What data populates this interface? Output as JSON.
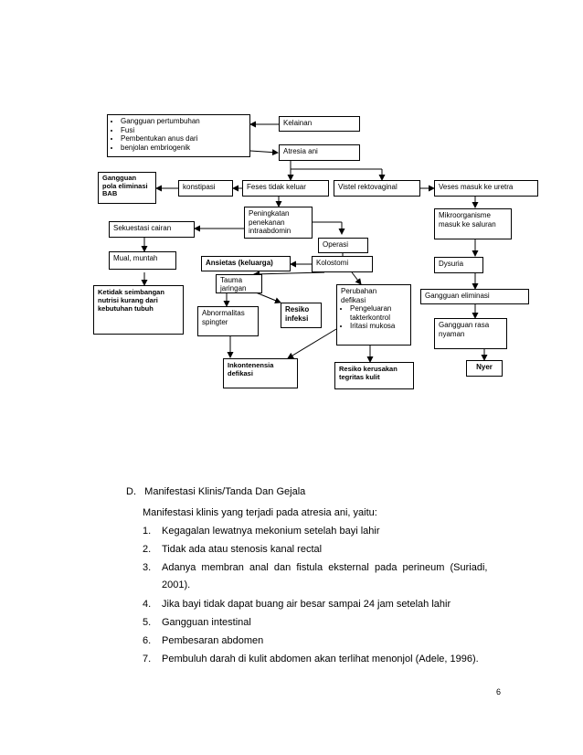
{
  "diagram": {
    "box_gangguan_list": [
      "Gangguan pertumbuhan",
      "Fusi",
      "Pembentukan anus dari",
      "benjolan embriogenik"
    ],
    "kelainan": "Kelainan",
    "atresia": "Atresia ani",
    "gangguan_pola": "Gangguan pola eliminasi BAB",
    "konstipasi": "konstipasi",
    "feses": "Feses tidak keluar",
    "vistel": "Vistel rektovaginal",
    "veses": "Veses masuk ke uretra",
    "peningkatan": "Peningkatan penekanan intraabdomin",
    "sekuestasi": "Sekuestasi cairan",
    "mikroorganisme": "Mikroorganisme masuk ke saluran",
    "operasi": "Operasi",
    "mual": "Mual, muntah",
    "ansietas": "Ansietas (keluarga)",
    "kolostomi": "Kolostomi",
    "dysuria": "Dysuria",
    "ketidak": "Ketidak seimbangan nutrisi kurang dari kebutuhan tubuh",
    "trauma": "Tauma jaringan",
    "perubahan_title": "Perubahan defikasi",
    "perubahan_list": [
      "Pengeluaran takterkontrol",
      "Iritasi mukosa"
    ],
    "gangguan_eliminasi": "Gangguan eliminasi",
    "abnormalitas": "Abnormalitas spingter",
    "resiko_infeksi": "Resiko infeksi",
    "gangguan_rasa": "Gangguan rasa nyaman",
    "nyeri": "Nyer",
    "inkontenensia": "Inkontenensia defikasi",
    "resiko_kerusakan": "Resiko kerusakan tegritas kulit"
  },
  "section": {
    "heading": "D.   Manifestasi Klinis/Tanda Dan Gejala",
    "intro": "Manifestasi klinis yang terjadi pada atresia ani, yaitu:",
    "items": [
      {
        "num": "1.",
        "text": "Kegagalan lewatnya mekonium setelah bayi lahir"
      },
      {
        "num": "2.",
        "text": "Tidak ada atau stenosis kanal rectal"
      },
      {
        "num": "3.",
        "text": "Adanya  membran  anal  dan  fistula  eksternal  pada  perineum  (Suriadi,",
        "cont": "2001)."
      },
      {
        "num": "4.",
        "text": "Jika bayi tidak dapat buang air besar sampai 24 jam setelah lahir"
      },
      {
        "num": "5.",
        "text": "Gangguan intestinal"
      },
      {
        "num": "6.",
        "text": "Pembesaran abdomen"
      },
      {
        "num": "7.",
        "text": "Pembuluh darah di kulit abdomen akan terlihat menonjol (Adele, 1996)."
      }
    ]
  },
  "page_number": "6"
}
